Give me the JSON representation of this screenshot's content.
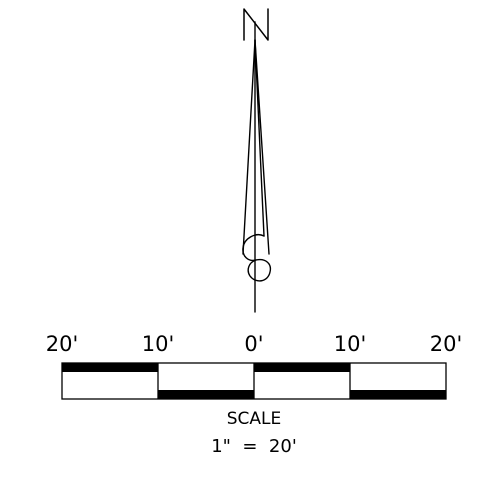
{
  "north_arrow": {
    "letter": "N"
  },
  "scale_bar": {
    "tick_labels": [
      "20'",
      "10'",
      "0'",
      "10'",
      "20'"
    ],
    "caption": "SCALE",
    "ratio": "1\"  =  20'"
  }
}
